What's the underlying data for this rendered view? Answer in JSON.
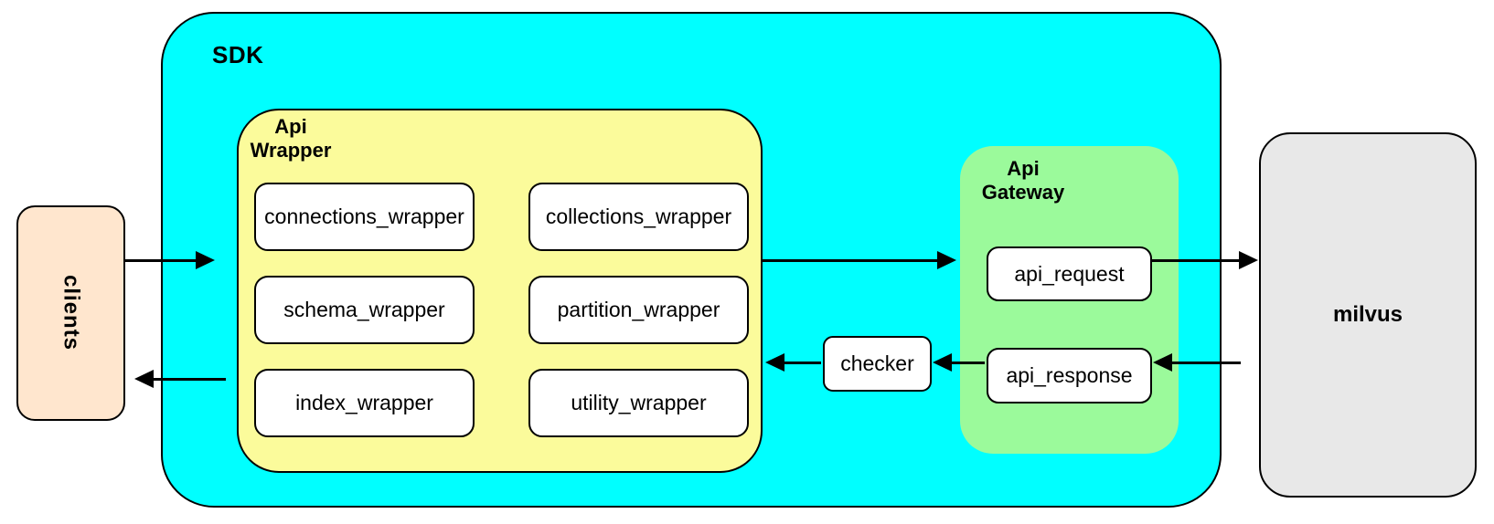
{
  "diagram": {
    "clients": {
      "label": "clients"
    },
    "sdk": {
      "label": "SDK",
      "api_wrapper": {
        "label": "Api Wrapper",
        "nodes": [
          "connections_wrapper",
          "collections_wrapper",
          "schema_wrapper",
          "partition_wrapper",
          "index_wrapper",
          "utility_wrapper"
        ]
      },
      "checker": {
        "label": "checker"
      },
      "api_gateway": {
        "label": "Api Gateway",
        "nodes": [
          "api_request",
          "api_response"
        ]
      }
    },
    "milvus": {
      "label": "milvus"
    },
    "edges": [
      {
        "from": "clients",
        "to": "sdk"
      },
      {
        "from": "sdk",
        "to": "clients"
      },
      {
        "from": "api_wrapper",
        "to": "api_gateway"
      },
      {
        "from": "api_request",
        "to": "milvus"
      },
      {
        "from": "milvus",
        "to": "api_response"
      },
      {
        "from": "api_response",
        "to": "checker"
      },
      {
        "from": "checker",
        "to": "api_wrapper"
      }
    ],
    "colors": {
      "sdk_fill": "#00ffff",
      "api_wrapper_fill": "#fbfb9b",
      "api_gateway_fill": "#9bfa9b",
      "clients_fill": "#ffe6ce",
      "milvus_fill": "#e8e8e8",
      "node_fill": "#ffffff",
      "line": "#000000"
    }
  }
}
